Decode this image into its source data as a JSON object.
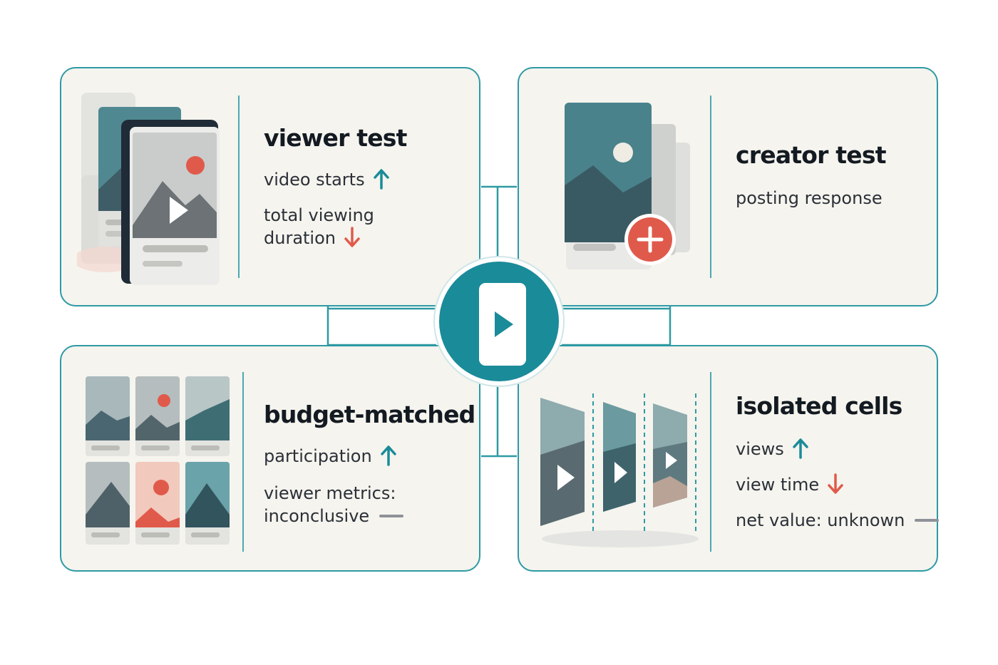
{
  "colors": {
    "accent": "#1a8b99",
    "border": "#2e9aa4",
    "card_bg": "#f5f4ee",
    "up_arrow": "#1a8b99",
    "down_arrow": "#e05a4b",
    "neutral": "#8e9298"
  },
  "center": {
    "icon": "play-phone-icon"
  },
  "cards": {
    "viewer_test": {
      "title": "viewer test",
      "metric1": "video starts",
      "metric1_trend": "up",
      "metric2_line1": "total viewing",
      "metric2_line2": "duration",
      "metric2_trend": "down"
    },
    "creator_test": {
      "title": "creator test",
      "metric1": "posting response"
    },
    "budget_matched": {
      "title": "budget-matched",
      "metric1": "participation",
      "metric1_trend": "up",
      "metric2_line1": "viewer metrics:",
      "metric2_line2": "inconclusive",
      "metric2_trend": "neutral"
    },
    "isolated_cells": {
      "title": "isolated cells",
      "metric1": "views",
      "metric1_trend": "up",
      "metric2": "view time",
      "metric2_trend": "down",
      "metric3": "net value: unknown",
      "metric3_trend": "neutral"
    }
  }
}
